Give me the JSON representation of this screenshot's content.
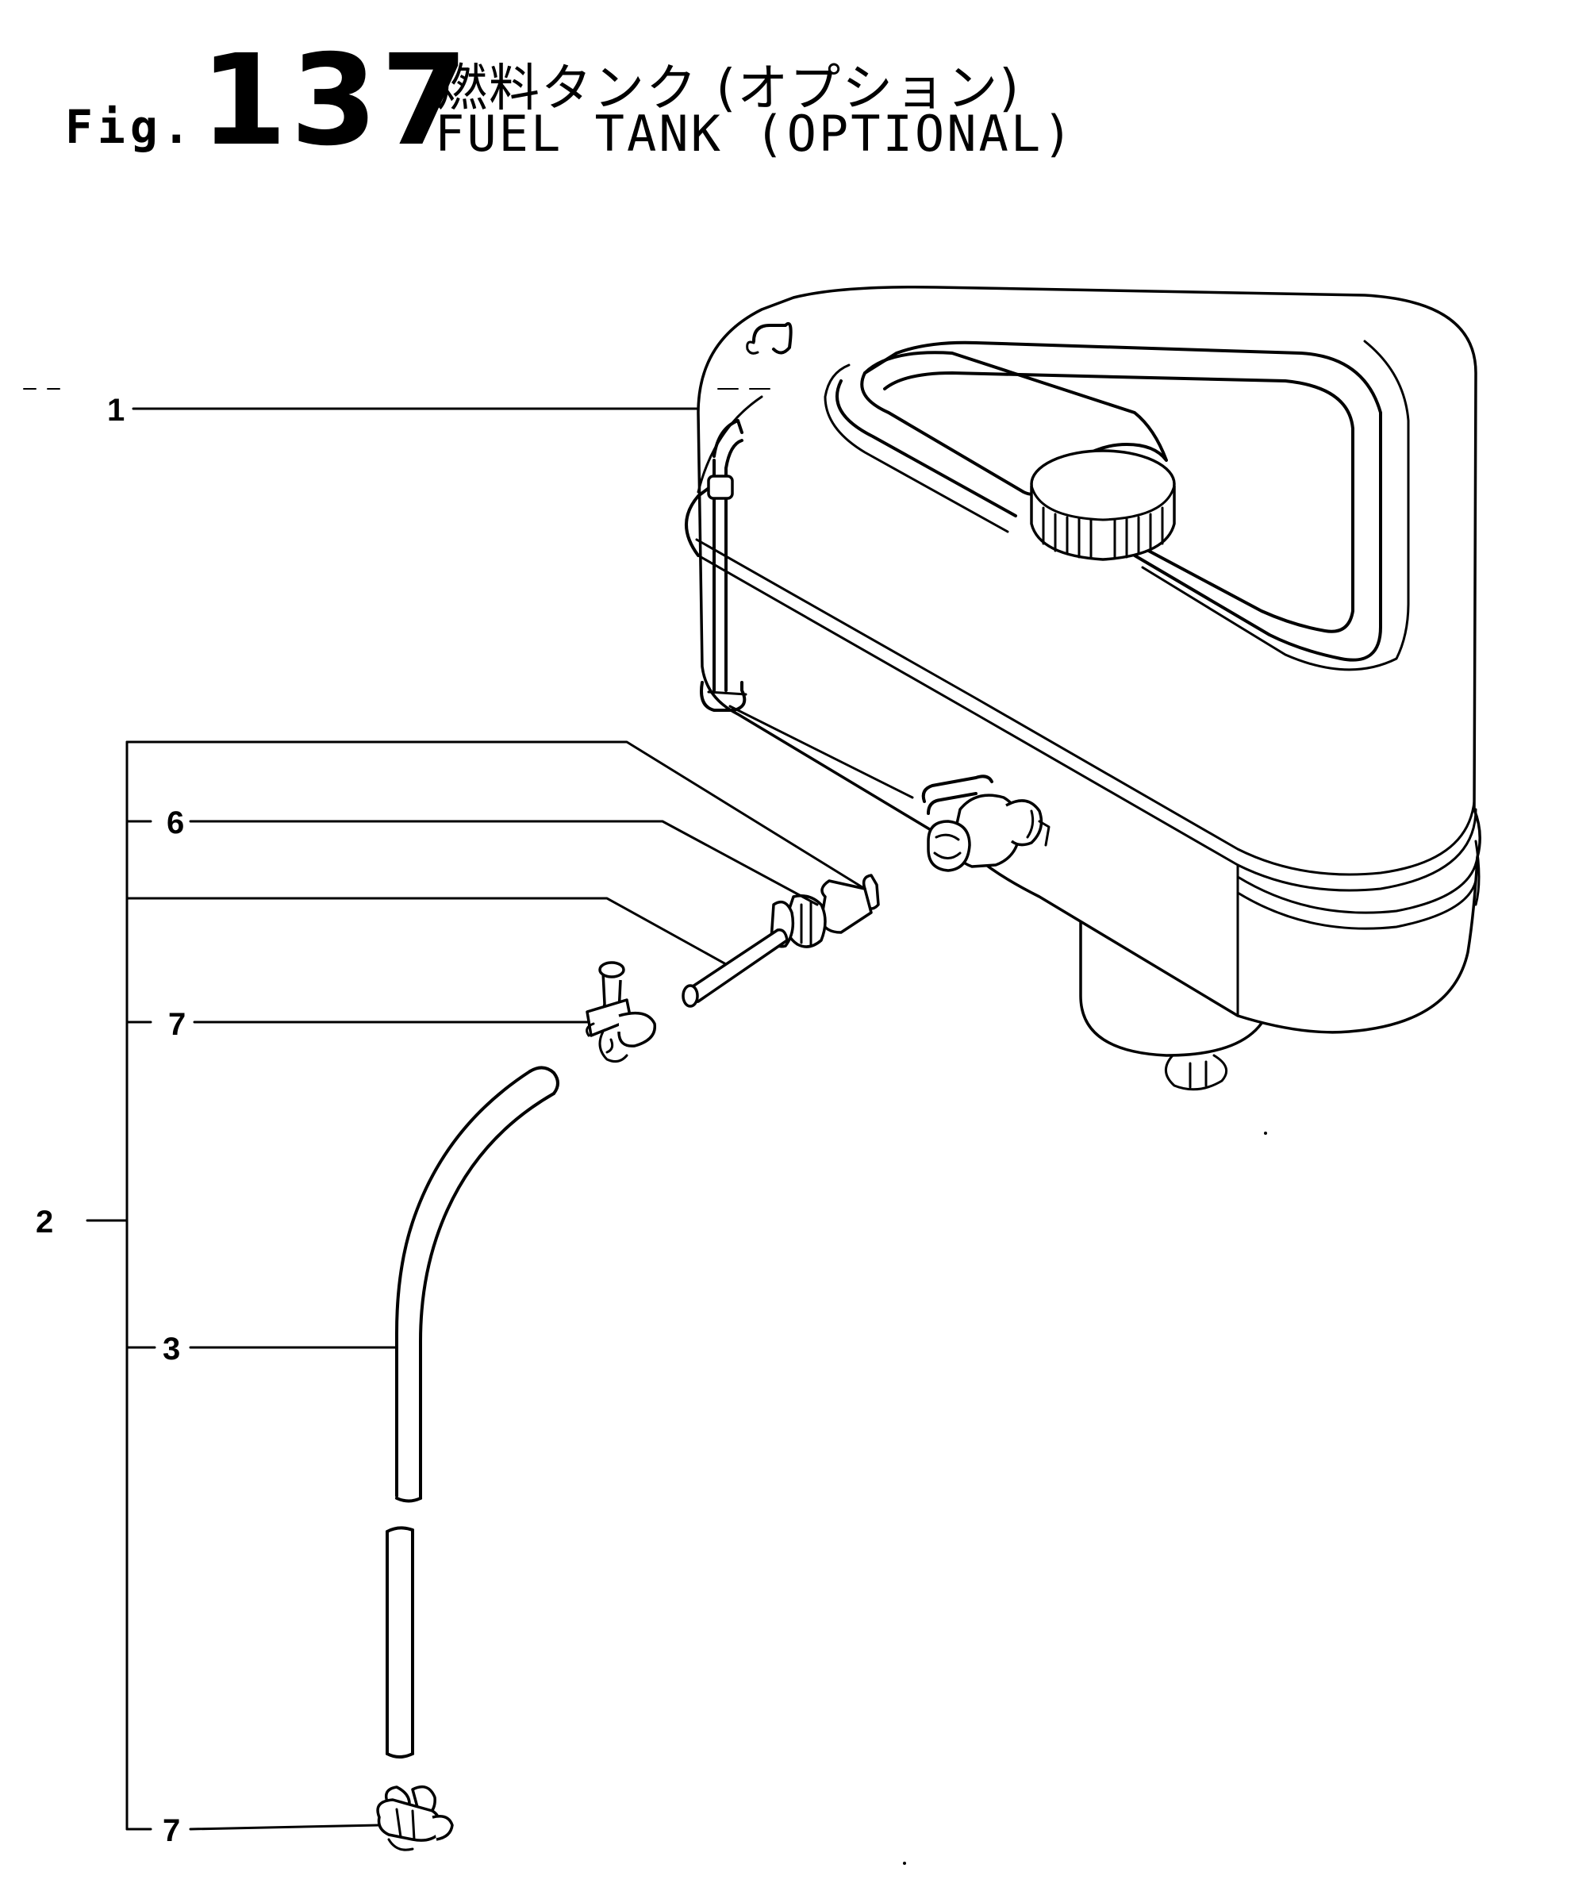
{
  "header": {
    "fig_prefix": "Fig.",
    "fig_number": "137",
    "title_jp": "燃料タンク (オプション)",
    "title_en": "FUEL TANK (OPTIONAL)"
  },
  "callouts": [
    {
      "id": "c1",
      "label": "1"
    },
    {
      "id": "c6",
      "label": "6"
    },
    {
      "id": "c7a",
      "label": "7"
    },
    {
      "id": "c2",
      "label": "2"
    },
    {
      "id": "c3",
      "label": "3"
    },
    {
      "id": "c7b",
      "label": "7"
    }
  ]
}
